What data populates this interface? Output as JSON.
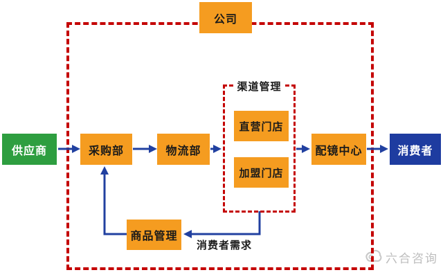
{
  "colors": {
    "box-orange": "#F59C20",
    "box-green": "#2E9E40",
    "box-blue": "#1E3CA0",
    "line-blue": "#2140A0",
    "dash-red": "#C40000",
    "text-dark": "#1A1A1A",
    "watermark-gray": "#BDBDBD"
  },
  "diagram": {
    "company": "公司",
    "supplier": "供应商",
    "purchasing": "采购部",
    "logistics": "物流部",
    "channel_group": "渠道管理",
    "direct_store": "直营门店",
    "franchise_store": "加盟门店",
    "fitting_center": "配镜中心",
    "consumer": "消费者",
    "merchandise": "商品管理",
    "demand_label": "消费者需求"
  },
  "watermark": {
    "text": "六合咨询"
  }
}
